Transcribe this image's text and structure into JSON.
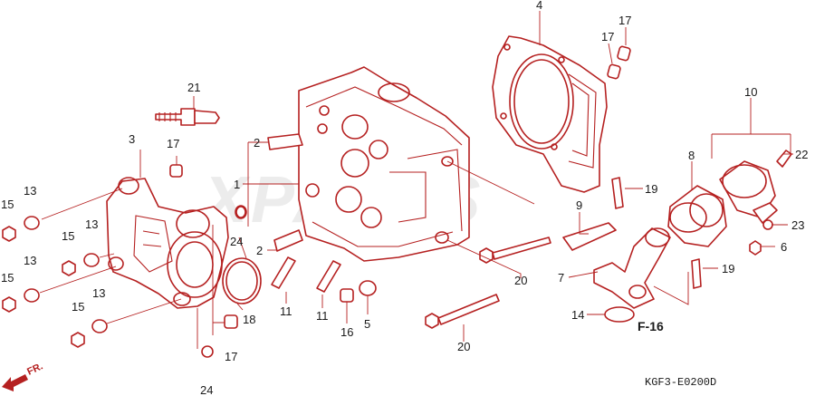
{
  "watermark": "XPARTS",
  "diagram_code": "KGF3-E0200D",
  "ref_section": "F-16",
  "fr_label": "FR.",
  "callouts": [
    {
      "id": "c1",
      "text": "1"
    },
    {
      "id": "c2a",
      "text": "2"
    },
    {
      "id": "c2b",
      "text": "2"
    },
    {
      "id": "c3",
      "text": "3"
    },
    {
      "id": "c4",
      "text": "4"
    },
    {
      "id": "c5",
      "text": "5"
    },
    {
      "id": "c6",
      "text": "6"
    },
    {
      "id": "c7",
      "text": "7"
    },
    {
      "id": "c8",
      "text": "8"
    },
    {
      "id": "c9",
      "text": "9"
    },
    {
      "id": "c10",
      "text": "10"
    },
    {
      "id": "c11a",
      "text": "11"
    },
    {
      "id": "c11b",
      "text": "11"
    },
    {
      "id": "c13a",
      "text": "13"
    },
    {
      "id": "c13b",
      "text": "13"
    },
    {
      "id": "c13c",
      "text": "13"
    },
    {
      "id": "c13d",
      "text": "13"
    },
    {
      "id": "c14",
      "text": "14"
    },
    {
      "id": "c15a",
      "text": "15"
    },
    {
      "id": "c15b",
      "text": "15"
    },
    {
      "id": "c15c",
      "text": "15"
    },
    {
      "id": "c15d",
      "text": "15"
    },
    {
      "id": "c16",
      "text": "16"
    },
    {
      "id": "c17a",
      "text": "17"
    },
    {
      "id": "c17b",
      "text": "17"
    },
    {
      "id": "c17c",
      "text": "17"
    },
    {
      "id": "c17d",
      "text": "17"
    },
    {
      "id": "c18",
      "text": "18"
    },
    {
      "id": "c19a",
      "text": "19"
    },
    {
      "id": "c19b",
      "text": "19"
    },
    {
      "id": "c20a",
      "text": "20"
    },
    {
      "id": "c20b",
      "text": "20"
    },
    {
      "id": "c21",
      "text": "21"
    },
    {
      "id": "c22",
      "text": "22"
    },
    {
      "id": "c23",
      "text": "23"
    },
    {
      "id": "c24a",
      "text": "24"
    },
    {
      "id": "c24b",
      "text": "24"
    }
  ]
}
